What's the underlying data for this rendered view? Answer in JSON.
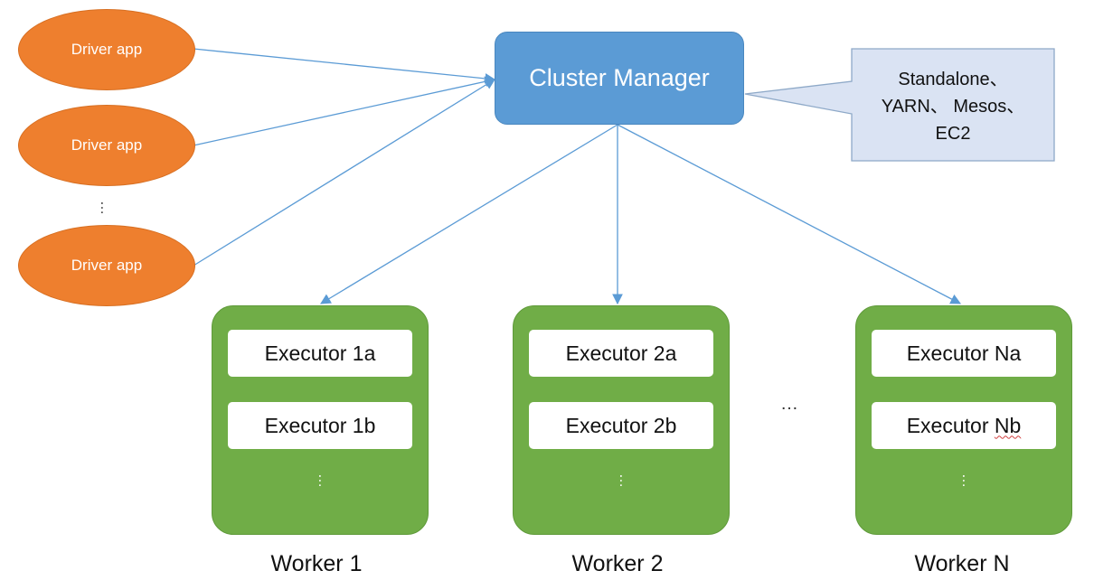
{
  "drivers": [
    {
      "label": "Driver app"
    },
    {
      "label": "Driver app"
    },
    {
      "label": "Driver app"
    }
  ],
  "drivers_ellipsis": "…",
  "manager": {
    "label": "Cluster Manager"
  },
  "callout": {
    "lines": [
      "Standalone、",
      "YARN、 Mesos、",
      "EC2"
    ]
  },
  "workers": [
    {
      "label": "Worker 1",
      "executors": [
        "Executor 1a",
        "Executor 1b"
      ],
      "ellipsis": "…"
    },
    {
      "label": "Worker 2",
      "executors": [
        "Executor 2a",
        "Executor 2b"
      ],
      "ellipsis": "…"
    },
    {
      "label": "Worker N",
      "executors": [
        "Executor Na",
        "Executor Nb"
      ],
      "ellipsis": "…"
    }
  ],
  "workers_ellipsis": "…",
  "colors": {
    "driver": "#ee7f2e",
    "manager": "#5b9bd5",
    "worker": "#70ad47",
    "callout": "#dae3f3",
    "arrow": "#5b9bd5"
  }
}
